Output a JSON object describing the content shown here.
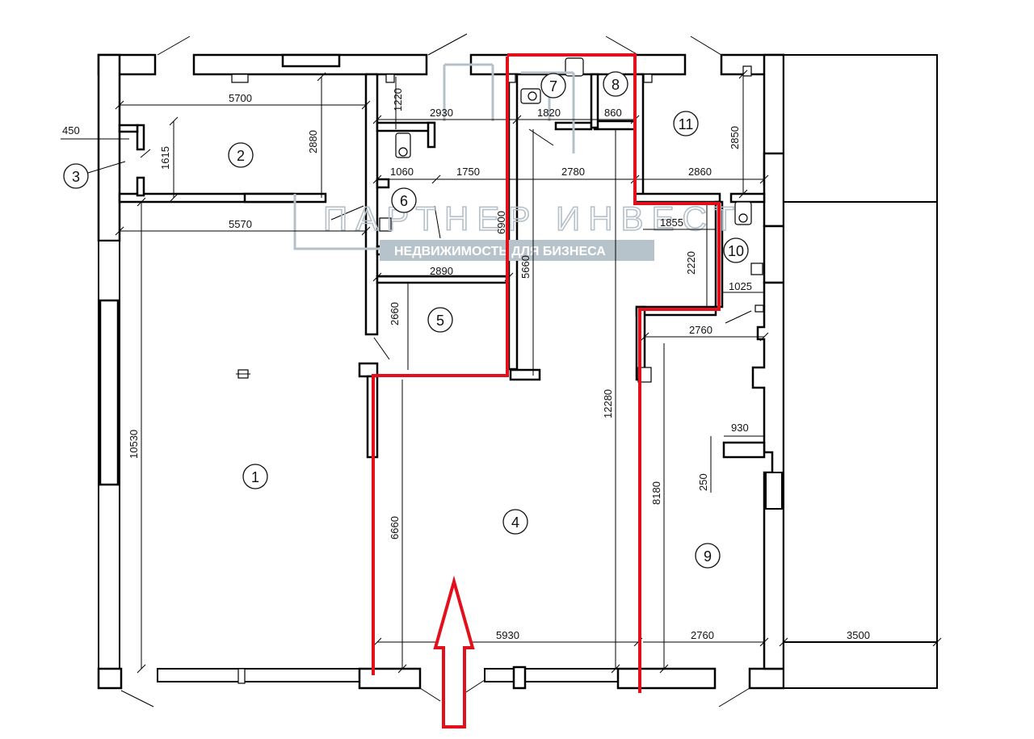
{
  "watermark": {
    "brand": "ПАРТНЕР ИНВЕСТ",
    "tagline": "НЕДВИЖИМОСТЬ ДЛЯ БИЗНЕСА"
  },
  "rooms": [
    "1",
    "2",
    "3",
    "4",
    "5",
    "6",
    "7",
    "8",
    "9",
    "10",
    "11"
  ],
  "dimensions": {
    "d5700": "5700",
    "d1220": "1220",
    "d2930": "2930",
    "d1820": "1820",
    "d860": "860",
    "d450": "450",
    "d1615": "1615",
    "d2880": "2880",
    "d2850": "2850",
    "d1060": "1060",
    "d1750": "1750",
    "d2780": "2780",
    "d2860": "2860",
    "d5570": "5570",
    "d6900": "6900",
    "d1855": "1855",
    "d5660": "5660",
    "d2220": "2220",
    "d2890": "2890",
    "d1025": "1025",
    "d2660": "2660",
    "d2760a": "2760",
    "d10530": "10530",
    "d12280": "12280",
    "d930": "930",
    "d250": "250",
    "d8180": "8180",
    "d6660": "6660",
    "d5930": "5930",
    "d2760b": "2760",
    "d3500": "3500"
  },
  "colors": {
    "highlight": "#e3101b",
    "watermark": "#b5c0c8",
    "walls": "#000000"
  }
}
